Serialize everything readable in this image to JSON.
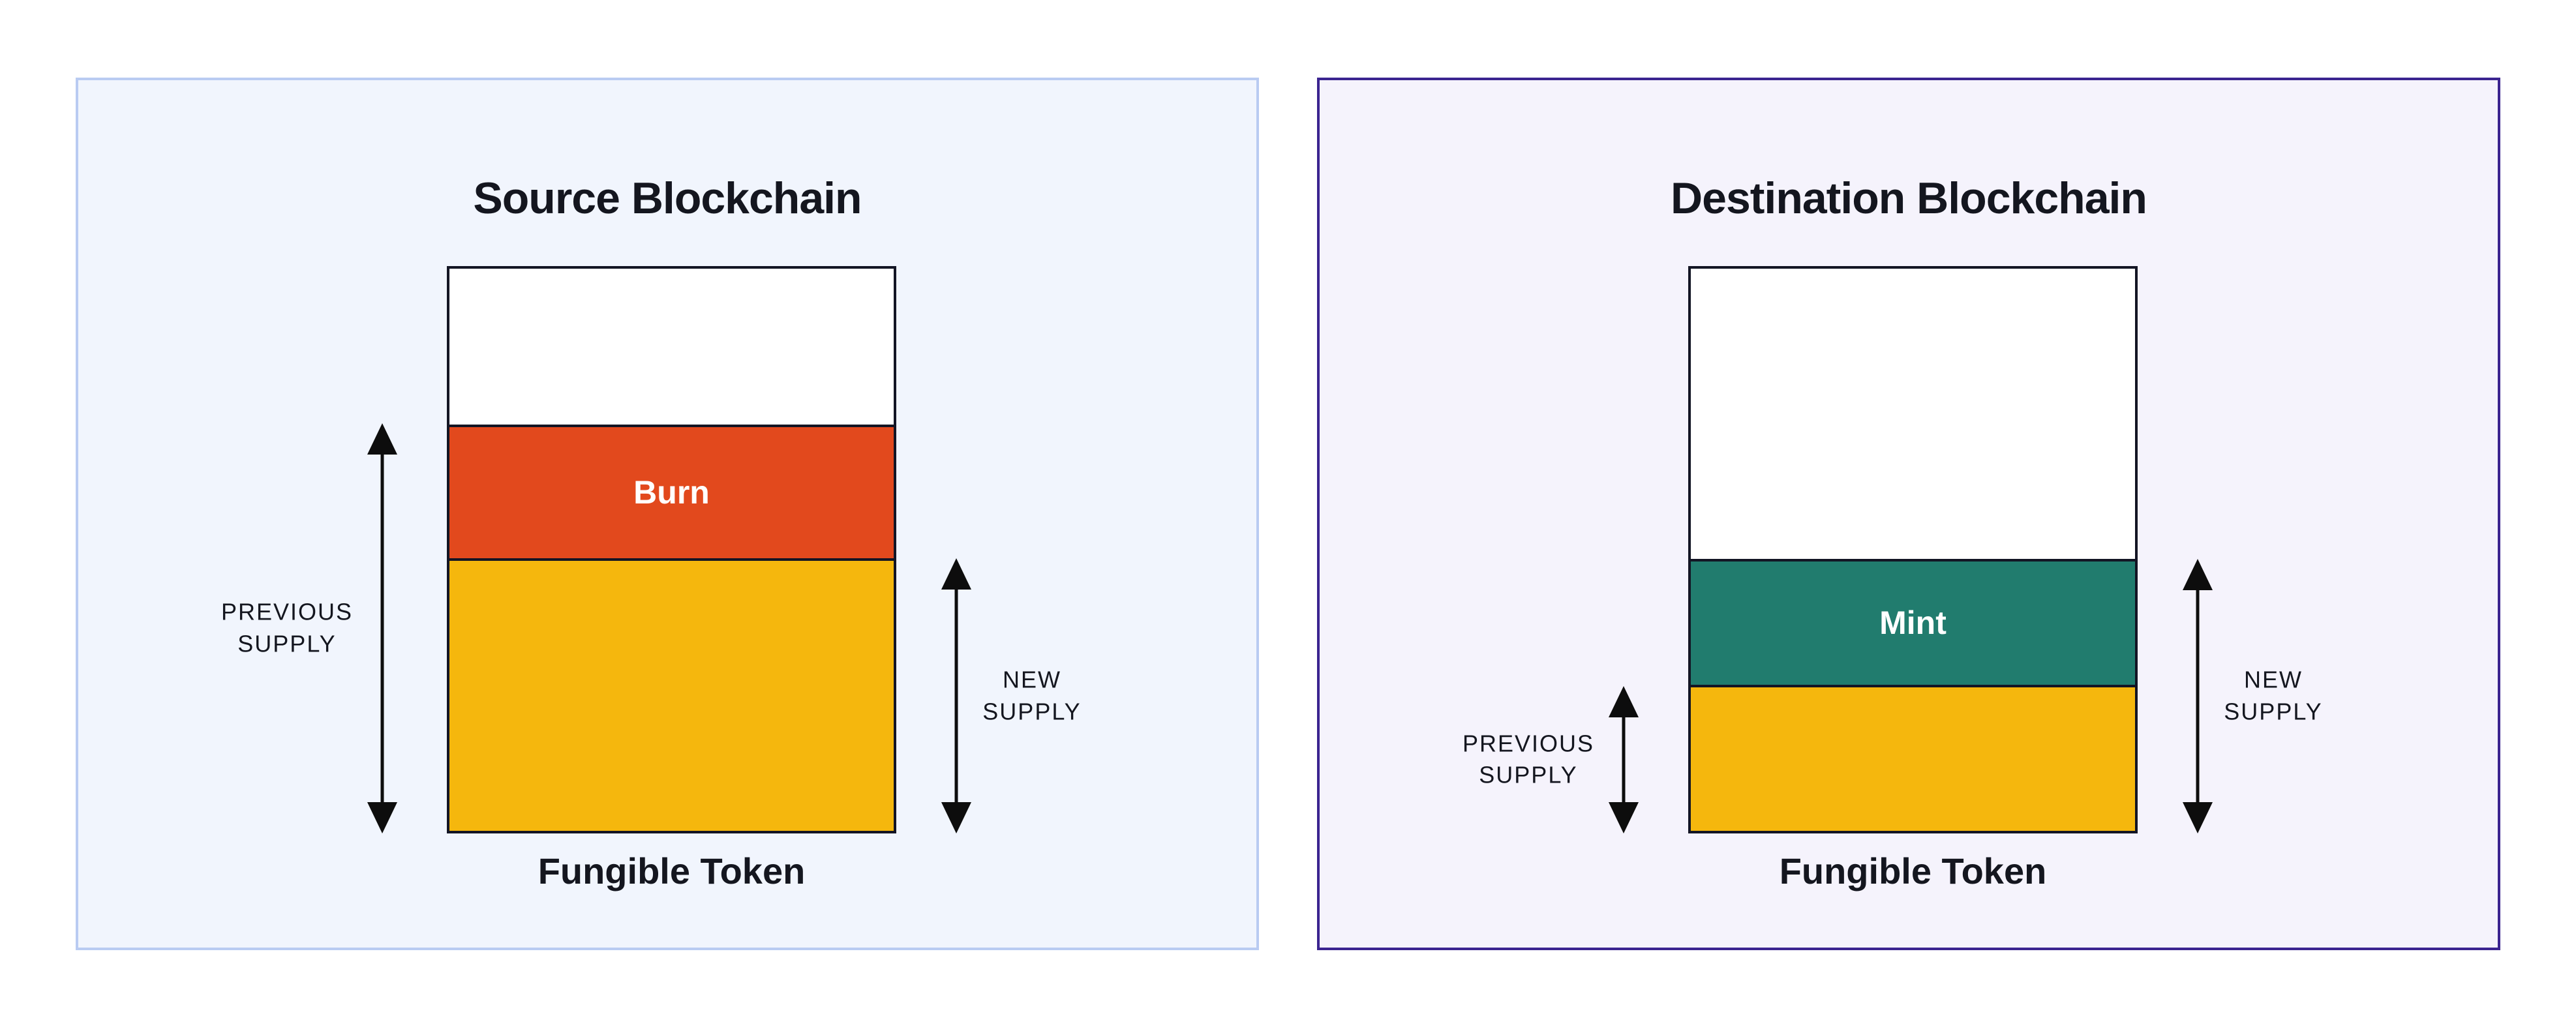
{
  "diagram": {
    "text_color": "#14161f",
    "arrow_color": "#0d0d0d",
    "bar_border_color": "#131524",
    "segment_label_color": "#ffffff",
    "panels": [
      {
        "title": "Source Blockchain",
        "token_label": "Fungible Token",
        "colors": {
          "background": "#f1f5fd",
          "border": "#b9cbf2"
        },
        "bar": {
          "segments": [
            {
              "name": "removed-space",
              "label": "",
              "color": "#ffffff",
              "height_pct": 27.7
            },
            {
              "name": "burn",
              "label": "Burn",
              "color": "#e2491d",
              "height_pct": 23.8
            },
            {
              "name": "remaining-supply",
              "label": "",
              "color": "#f5b70d",
              "height_pct": 48.5
            }
          ]
        },
        "arrows": [
          {
            "side": "left",
            "label": "PREVIOUS\nSUPPLY",
            "from_pct": 27.7,
            "to_pct": 100
          },
          {
            "side": "right",
            "label": "NEW\nSUPPLY",
            "from_pct": 51.5,
            "to_pct": 100
          }
        ]
      },
      {
        "title": "Destination Blockchain",
        "token_label": "Fungible Token",
        "colors": {
          "background": "#f5f3fc",
          "border": "#3b2490"
        },
        "bar": {
          "segments": [
            {
              "name": "unminted-space",
              "label": "",
              "color": "#ffffff",
              "height_pct": 51.6
            },
            {
              "name": "mint",
              "label": "Mint",
              "color": "#217c6e",
              "height_pct": 22.4
            },
            {
              "name": "previous-supply",
              "label": "",
              "color": "#f5b70d",
              "height_pct": 26.0
            }
          ]
        },
        "arrows": [
          {
            "side": "left",
            "label": "PREVIOUS\nSUPPLY",
            "from_pct": 74.0,
            "to_pct": 100
          },
          {
            "side": "right",
            "label": "NEW\nSUPPLY",
            "from_pct": 51.6,
            "to_pct": 100
          }
        ]
      }
    ]
  }
}
